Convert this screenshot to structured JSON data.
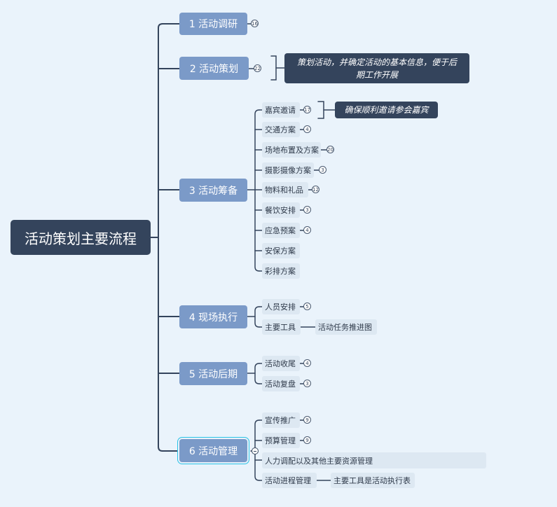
{
  "root": {
    "label": "活动策划主要流程"
  },
  "branches": [
    {
      "label": "1 活动调研",
      "count": "16"
    },
    {
      "label": "2 活动策划",
      "count": "22",
      "note": "策划活动，并确定活动的基本信息，便于后期工作开展"
    },
    {
      "label": "3 活动筹备",
      "children": [
        {
          "label": "嘉宾邀请",
          "count": "17",
          "note": "确保顺利邀请参会嘉宾"
        },
        {
          "label": "交通方案",
          "count": "4"
        },
        {
          "label": "场地布置及方案",
          "count": "20"
        },
        {
          "label": "摄影摄像方案",
          "count": "3"
        },
        {
          "label": "物料和礼品",
          "count": "12"
        },
        {
          "label": "餐饮安排",
          "count": "3"
        },
        {
          "label": "应急预案",
          "count": "4"
        },
        {
          "label": "安保方案"
        },
        {
          "label": "彩排方案"
        }
      ]
    },
    {
      "label": "4 现场执行",
      "children": [
        {
          "label": "人员安排",
          "count": "5"
        },
        {
          "label": "主要工具",
          "child": "活动任务推进图"
        }
      ]
    },
    {
      "label": "5 活动后期",
      "children": [
        {
          "label": "活动收尾",
          "count": "4"
        },
        {
          "label": "活动复盘",
          "count": "3"
        }
      ]
    },
    {
      "label": "6 活动管理",
      "children": [
        {
          "label": "宣传推广",
          "count": "9"
        },
        {
          "label": "预算管理",
          "count": "9"
        },
        {
          "label": "人力调配以及其他主要资源管理"
        },
        {
          "label": "活动进程管理",
          "child": "主要工具是活动执行表"
        }
      ]
    }
  ],
  "colors": {
    "root": "#34445c",
    "branch": "#7b9ac8",
    "leaf": "#dde8f2",
    "line": "#34445c",
    "selection": "#27c1e6",
    "background": "#eaf3fb"
  }
}
